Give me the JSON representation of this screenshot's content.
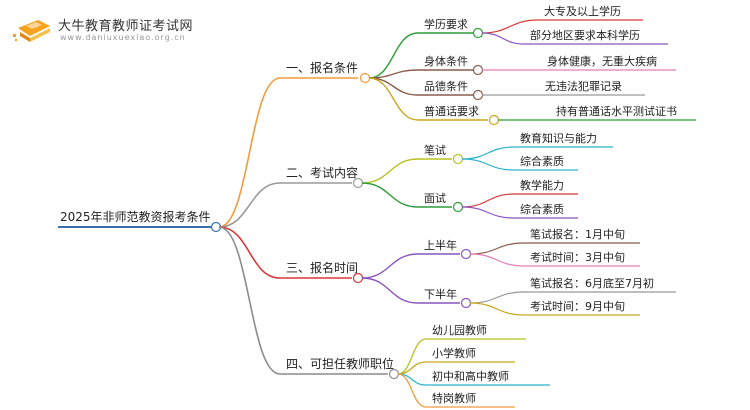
{
  "logo": {
    "title": "大牛教育教师证考试网",
    "url": "www.daniuxuexiao.org.cn"
  },
  "root": {
    "label": "2025年非师范教资报考条件",
    "children": [
      {
        "label": "一、报名条件",
        "color": "#f39a3c",
        "children": [
          {
            "label": "学历要求",
            "color": "#2e9c3b",
            "children": [
              {
                "label": "大专及以上学历",
                "color": "#d93838"
              },
              {
                "label": "部分地区要求本科学历",
                "color": "#8a55c0"
              }
            ]
          },
          {
            "label": "身体条件",
            "color": "#8b5a4a",
            "children": [
              {
                "label": "身体健康，无重大疾病",
                "color": "#e17fb8"
              }
            ]
          },
          {
            "label": "品德条件",
            "color": "#8b5a4a",
            "children": [
              {
                "label": "无违法犯罪记录",
                "color": "#999999"
              }
            ]
          },
          {
            "label": "普通话要求",
            "color": "#c9a81d",
            "children": [
              {
                "label": "持有普通话水平测试证书",
                "color": "#2e9c3b"
              }
            ]
          }
        ]
      },
      {
        "label": "二、考试内容",
        "color": "#9a9a9a",
        "children": [
          {
            "label": "笔试",
            "color": "#b7c21e",
            "children": [
              {
                "label": "教育知识与能力",
                "color": "#2bb3c9"
              },
              {
                "label": "综合素质",
                "color": "#2bb3c9"
              }
            ]
          },
          {
            "label": "面试",
            "color": "#2e9c3b",
            "children": [
              {
                "label": "教学能力",
                "color": "#d93838"
              },
              {
                "label": "综合素质",
                "color": "#8a55c0"
              }
            ]
          }
        ]
      },
      {
        "label": "三、报名时间",
        "color": "#d93838",
        "children": [
          {
            "label": "上半年",
            "color": "#8a55c0",
            "children": [
              {
                "label": "笔试报名：1月中旬",
                "color": "#8b5a4a"
              },
              {
                "label": "考试时间：3月中旬",
                "color": "#e17fb8"
              }
            ]
          },
          {
            "label": "下半年",
            "color": "#8a55c0",
            "children": [
              {
                "label": "笔试报名：6月底至7月初",
                "color": "#999999"
              },
              {
                "label": "考试时间：9月中旬",
                "color": "#c9a81d"
              }
            ]
          }
        ]
      },
      {
        "label": "四、可担任教师职位",
        "color": "#8c8c8c",
        "children": [
          {
            "label": "幼儿园教师",
            "color": "#b7c21e"
          },
          {
            "label": "小学教师",
            "color": "#c9a81d"
          },
          {
            "label": "初中和高中教师",
            "color": "#2bb3c9"
          },
          {
            "label": "特岗教师",
            "color": "#f39a3c"
          }
        ]
      }
    ]
  }
}
